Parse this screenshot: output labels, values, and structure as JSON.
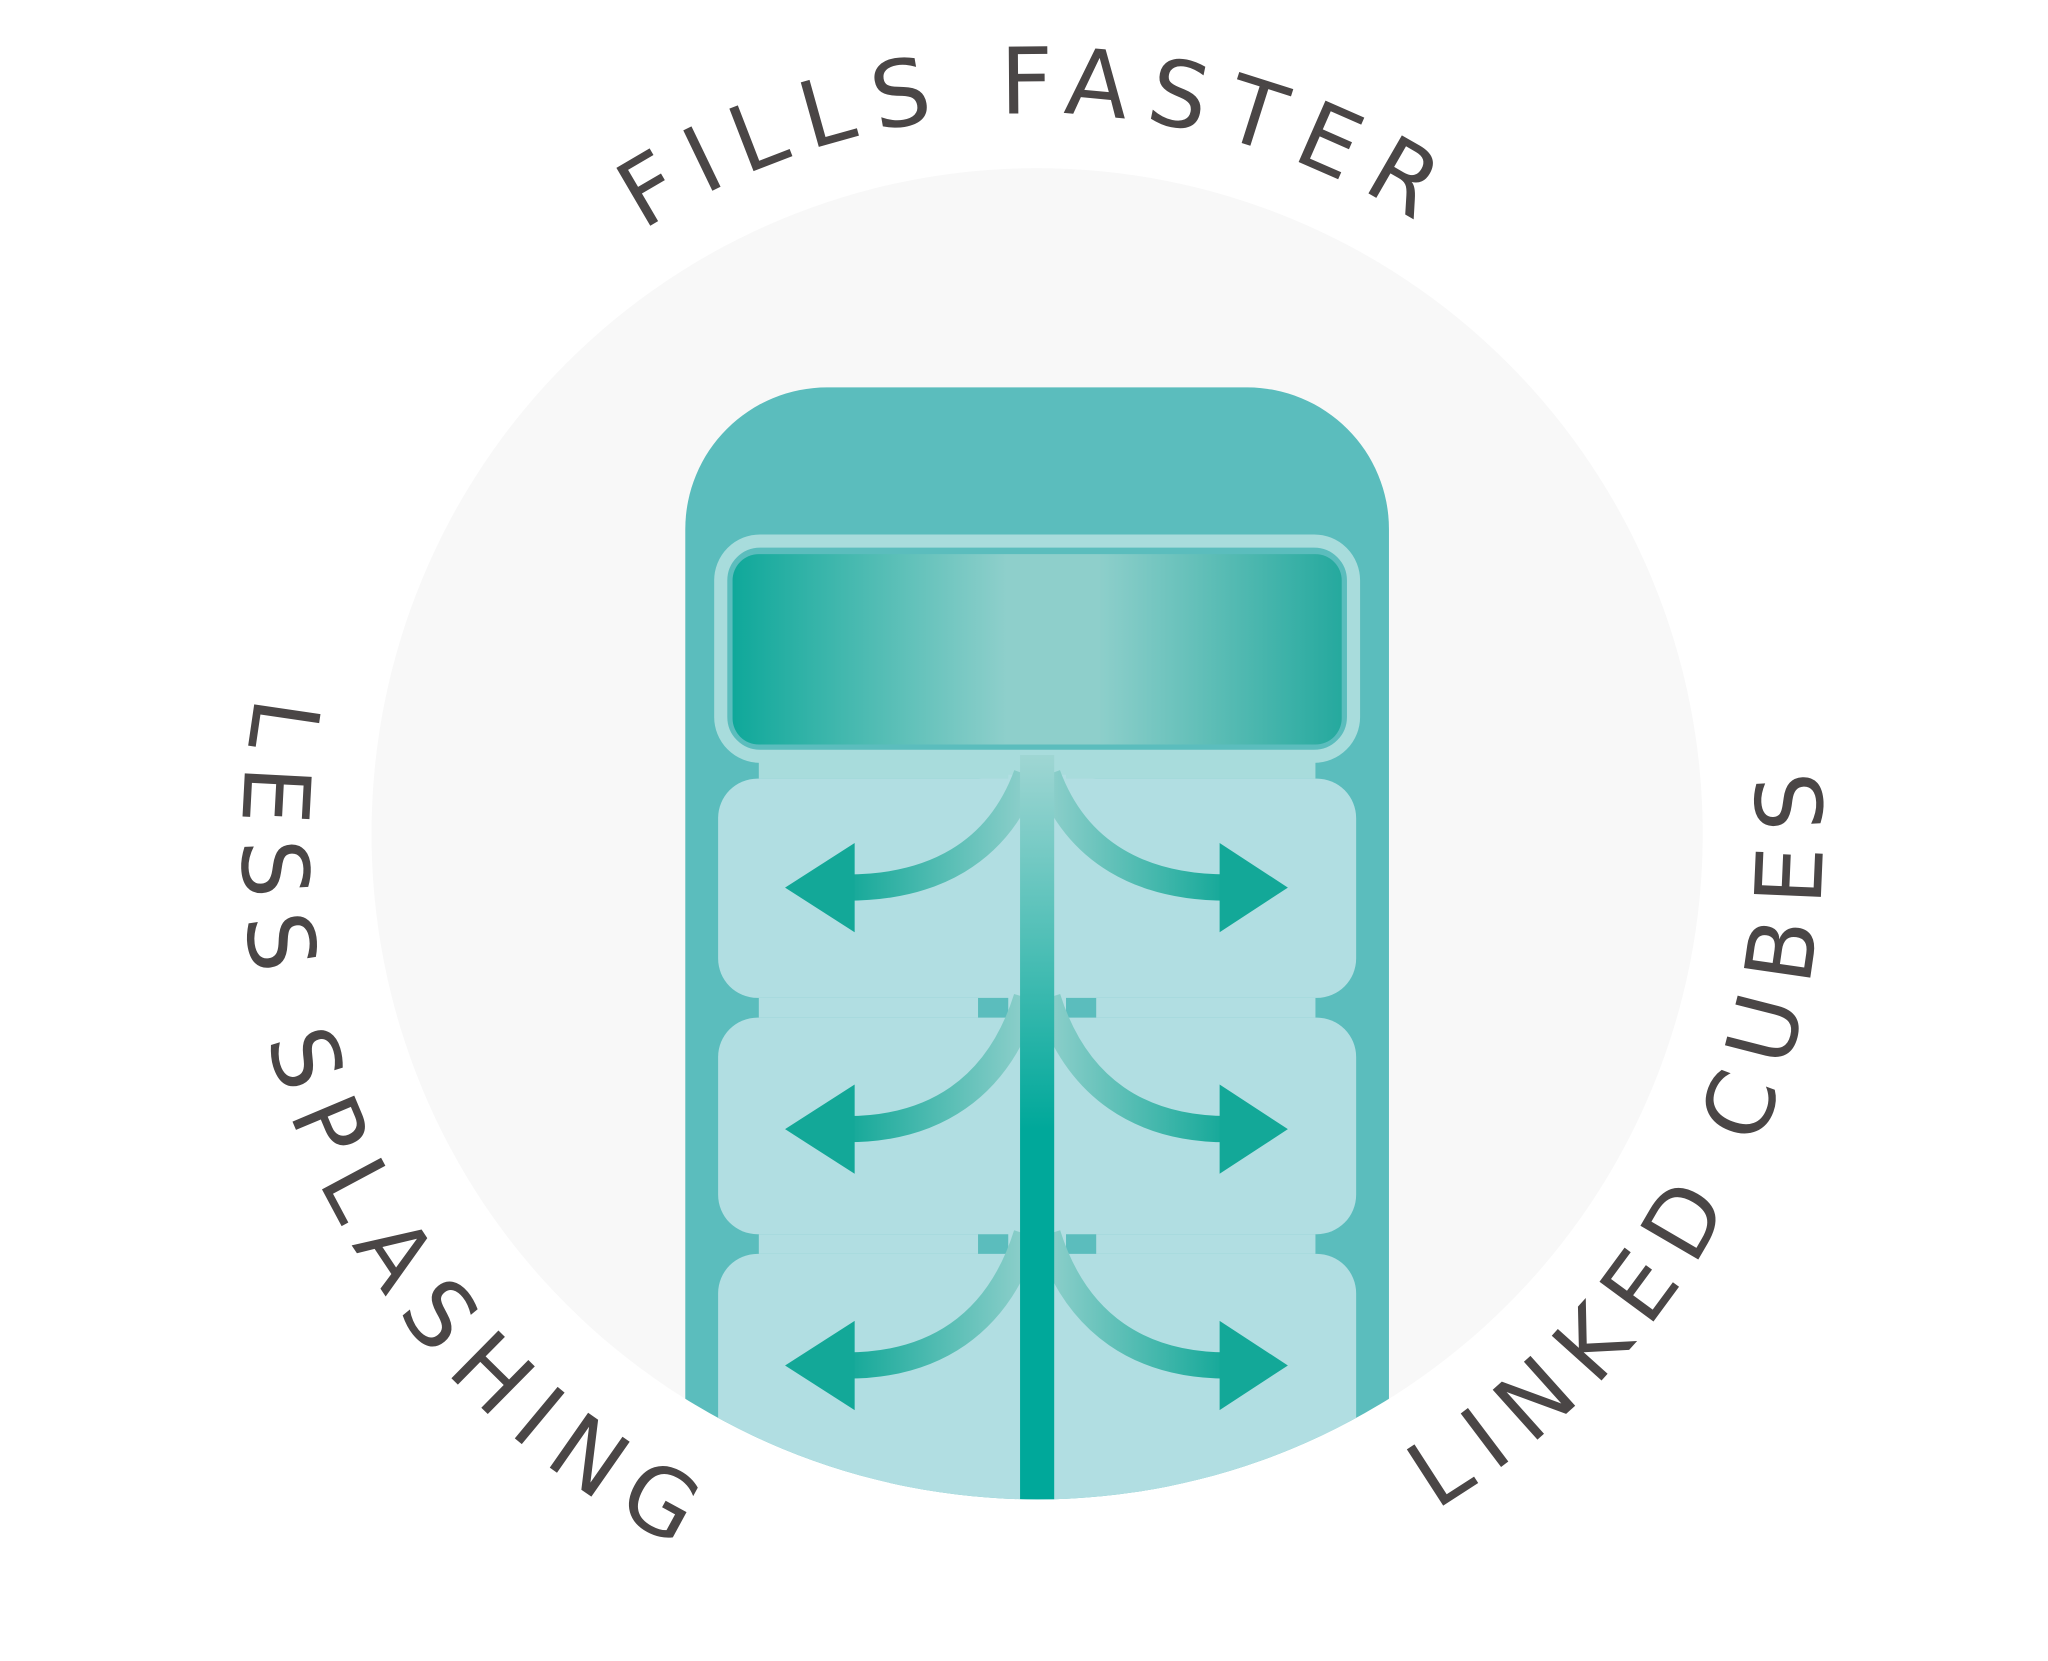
{
  "labels": {
    "top": "FILLS FASTER",
    "left": "LESS SPLASHING",
    "right": "LINKED CUBES"
  },
  "colors": {
    "background_circle": "#f8f8f8",
    "body": "#5bbdbd",
    "cube": "#b1dee2",
    "tank_border": "#a8dcdc",
    "tank_edge": "#0fa89a",
    "tank_center": "#8ecfcb",
    "pipe": "#00a89a",
    "text": "#4a4646"
  },
  "cube_rows": 3
}
